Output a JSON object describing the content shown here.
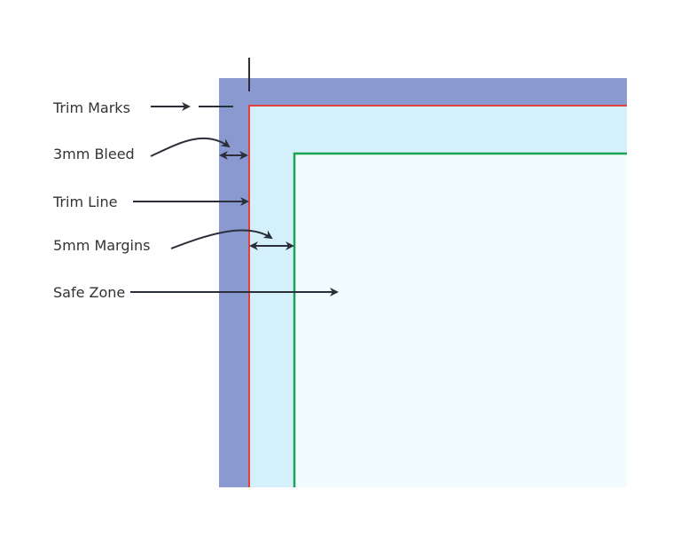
{
  "diagram": {
    "title": "Print bleed, trim and margin guide",
    "labels": {
      "trim_marks": "Trim Marks",
      "bleed": "3mm Bleed",
      "trim_line": "Trim Line",
      "margins": "5mm Margins",
      "safe_zone": "Safe Zone"
    },
    "measurements": {
      "bleed_mm": 3,
      "margin_mm": 5
    },
    "colors": {
      "bleed_fill": "#8a99cf",
      "trim_fill": "#d4f1fb",
      "safe_fill": "#f2fbfe",
      "trim_line": "#e2403a",
      "margin_line": "#1aa352",
      "marks": "#2b2f3a",
      "text": "#333333"
    }
  }
}
